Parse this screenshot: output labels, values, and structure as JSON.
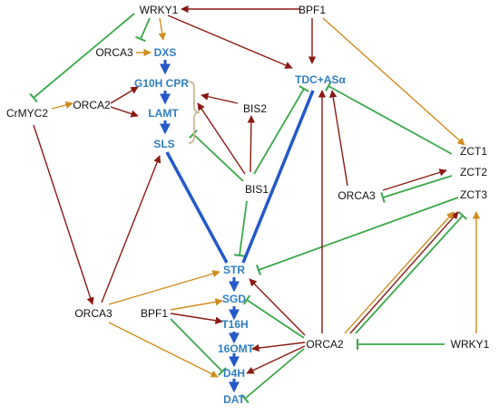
{
  "colors": {
    "activation_dark": "#8b1a12",
    "activation_gold": "#d08c1e",
    "repression": "#3aa84a",
    "pathway": "#2459c7",
    "enzyme_text": "#2f7fc1",
    "regulator_text": "#111111",
    "bracket": "#c9b79a"
  },
  "nodes": {
    "wrky1_top": "WRKY1",
    "bpf1_top": "BPF1",
    "orca3_top": "ORCA3",
    "dxs": "DXS",
    "g10h_cpr": "G10H CPR",
    "orca2_left": "ORCA2",
    "crmyc2": "CrMYC2",
    "lamt": "LAMT",
    "sls": "SLS",
    "bis2": "BIS2",
    "bis1": "BIS1",
    "tdc_as": "TDC+ASα",
    "zct1": "ZCT1",
    "zct2": "ZCT2",
    "zct3": "ZCT3",
    "orca3_right": "ORCA3",
    "str": "STR",
    "sgd": "SGD",
    "t16h": "T16H",
    "omt16": "16OMT",
    "d4h": "D4H",
    "dat": "DAT",
    "bpf1_mid": "BPF1",
    "orca3_bottom": "ORCA3",
    "orca2_bottom": "ORCA2",
    "wrky1_bottom": "WRKY1"
  }
}
